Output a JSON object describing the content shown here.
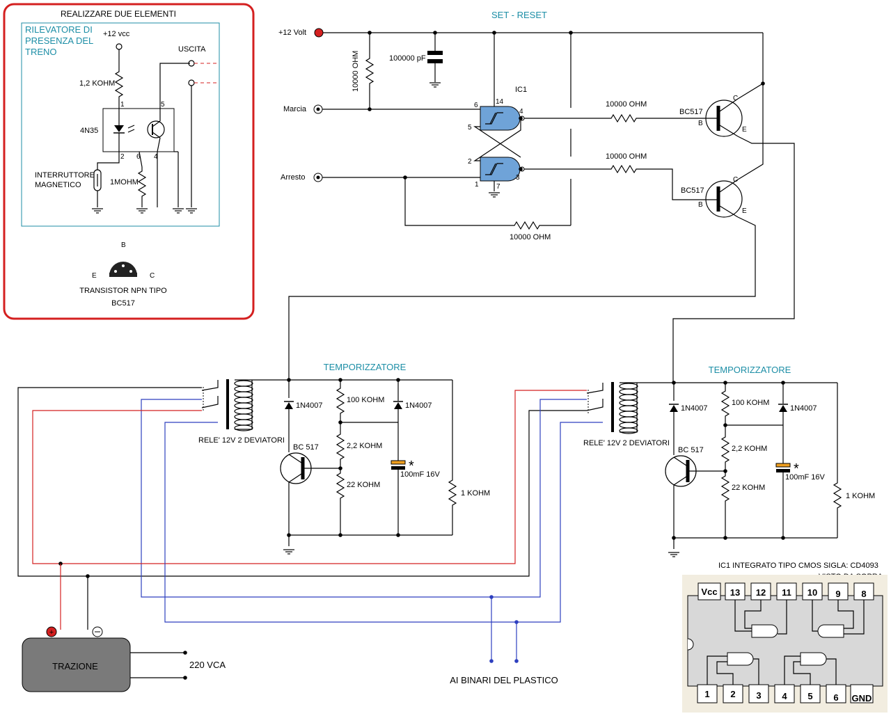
{
  "inset": {
    "title": "REALIZZARE DUE ELEMENTI",
    "detector_title": [
      "RILEVATORE DI",
      "PRESENZA DEL",
      "TRENO"
    ],
    "supply": "+12 vcc",
    "output": "USCITA",
    "r1": "1,2 KOHM",
    "opto": "4N35",
    "switch": [
      "INTERRUTTORE",
      "MAGNETICO"
    ],
    "r2": "1MOHM",
    "pins": [
      "1",
      "5",
      "2",
      "6",
      "4"
    ],
    "transistor_caption": [
      "TRANSISTOR NPN TIPO",
      "BC517"
    ],
    "pin_b": "B",
    "pin_e": "E",
    "pin_c": "C"
  },
  "setreset": {
    "title": "SET - RESET",
    "supply": "+12 Volt",
    "cap": "100000 pF",
    "r_pullup": "10000 OHM",
    "ic": "IC1",
    "marcia": "Marcia",
    "arresto": "Arresto",
    "r_b1": "10000 OHM",
    "r_b2": "10000 OHM",
    "r_fb": "10000 OHM",
    "t1": "BC517",
    "t2": "BC517",
    "g1_pins": [
      "6",
      "14",
      "4",
      "5"
    ],
    "g2_pins": [
      "2",
      "1",
      "7",
      "3"
    ],
    "pin_c": "C",
    "pin_b": "B",
    "pin_e": "E"
  },
  "timer": {
    "title": "TEMPORIZZATORE",
    "relay": "RELE' 12V 2 DEVIATORI",
    "diode": "1N4007",
    "r100k": "100 KOHM",
    "r22k": "2,2 KOHM",
    "r22kb": "22 KOHM",
    "transistor": "BC 517",
    "cap": "100mF 16V",
    "r1k": "1 KOHM",
    "asterisk": "*"
  },
  "bottom": {
    "motor": "TRAZIONE",
    "mains": "220 VCA",
    "rails": "AI BINARI DEL PLASTICO"
  },
  "chip": {
    "caption": "IC1    INTEGRATO TIPO CMOS SIGLA: CD4093",
    "view": "VISTO DA SOPRA",
    "top_pins": [
      "Vcc",
      "13",
      "12",
      "11",
      "10",
      "9",
      "8"
    ],
    "bottom_pins": [
      "1",
      "2",
      "3",
      "4",
      "5",
      "6",
      "GND"
    ]
  },
  "colors": {
    "inset_border": "#d42020",
    "teal": "#1c8ea6",
    "red_wire": "#d42020",
    "blue_wire": "#2d3fbf",
    "motor_fill": "#7a7a7a",
    "chip_bg": "#f2ede0",
    "chip_body": "#d8d8d8"
  }
}
